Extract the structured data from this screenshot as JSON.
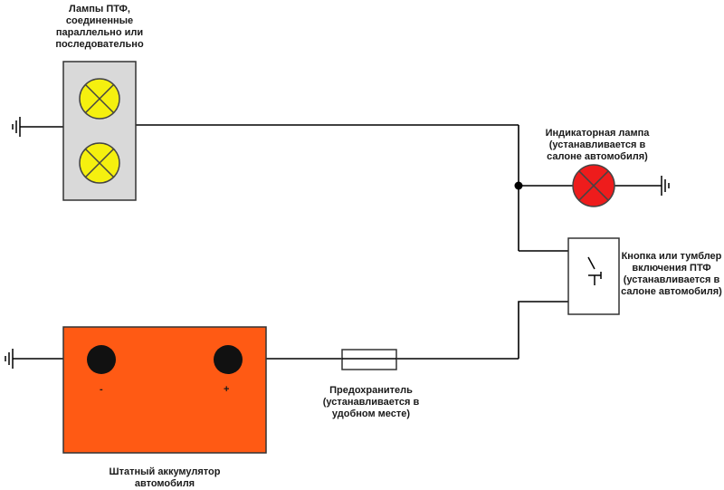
{
  "labels": {
    "fog_lamps": [
      "Лампы ПТФ,",
      "соединенные",
      "параллельно или",
      "последовательно"
    ],
    "indicator": [
      "Индикаторная лампа",
      "(устанавливается в",
      "салоне автомобиля)"
    ],
    "switch": [
      "Кнопка или тумблер",
      "включения ПТФ",
      "(устанавливается в",
      "салоне автомобиля)"
    ],
    "fuse": [
      "Предохранитель",
      "(устанавливается в",
      "удобном месте)"
    ],
    "battery": [
      "Штатный аккумулятор",
      "автомобиля"
    ]
  },
  "battery": {
    "minus": "-",
    "plus": "+"
  },
  "colors": {
    "lamp_yellow": "#f5f00f",
    "lamp_red": "#ee1c1c",
    "battery_orange": "#ff5a14",
    "box_gray": "#d9d9d9",
    "wire": "#000000"
  }
}
